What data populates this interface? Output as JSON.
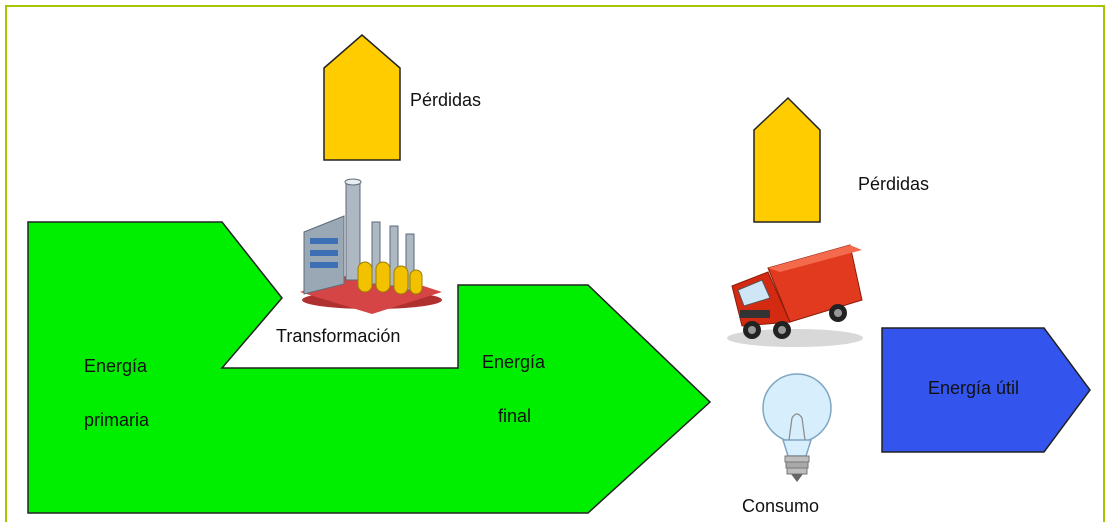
{
  "labels": {
    "losses_top": "Pérdidas",
    "losses_right": "Pérdidas",
    "transformation": "Transformación",
    "primary_line1": "Energía",
    "primary_line2": "primaria",
    "final_line1": "Energía",
    "final_line2": "final",
    "consumption": "Consumo",
    "useful": "Energía útil"
  },
  "colors": {
    "frame": "#a6c400",
    "flow": "#00ee00",
    "losses": "#ffcc00",
    "useful": "#3355ee"
  },
  "icons": [
    "factory-icon",
    "truck-icon",
    "light-bulb-icon"
  ]
}
